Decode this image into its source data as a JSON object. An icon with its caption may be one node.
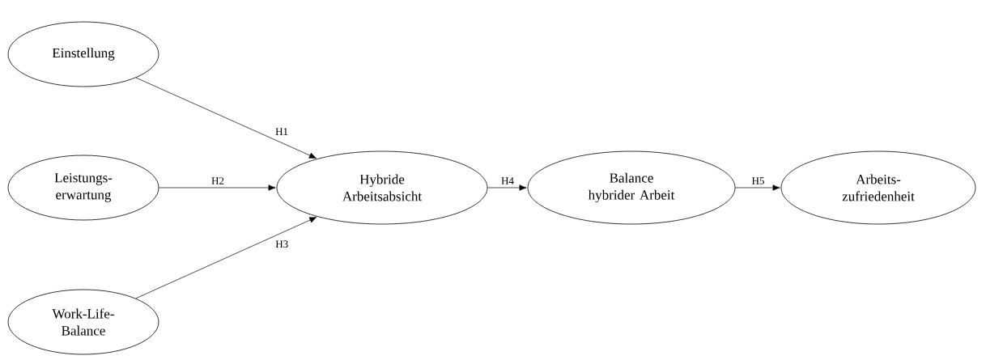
{
  "diagram": {
    "nodes": [
      {
        "text": [
          "Einstellung"
        ]
      },
      {
        "text": [
          "Leistungs- erwartung"
        ]
      },
      {
        "text": [
          "Work-Life- Balance"
        ]
      },
      {
        "text": [
          "Hybride Arbeitsabsicht"
        ]
      },
      {
        "text": [
          "Balance hybrider Arbeit"
        ]
      },
      {
        "text": [
          "Arbeits- zufriedenheit"
        ]
      }
    ],
    "edges": [
      {
        "from": 0,
        "to": 3,
        "arrow": "to",
        "label": "H1"
      },
      {
        "from": 1,
        "to": 3,
        "arrow": "to",
        "label": "H2"
      },
      {
        "from": 2,
        "to": 3,
        "arrow": "to",
        "label": "H3"
      },
      {
        "from": 3,
        "to": 4,
        "arrow": "to",
        "label": "H4"
      },
      {
        "from": 4,
        "to": 5,
        "arrow": "to",
        "label": "H5"
      }
    ]
  }
}
